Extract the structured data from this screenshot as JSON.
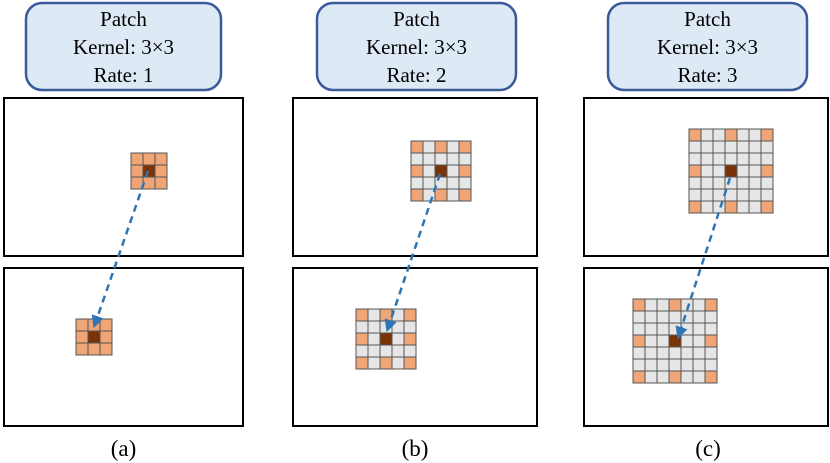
{
  "panels": [
    {
      "id": "a",
      "caption": "(a)",
      "label": {
        "line1": "Patch",
        "line2": "Kernel: 3×3",
        "line3": "Rate: 1"
      },
      "rate": 1
    },
    {
      "id": "b",
      "caption": "(b)",
      "label": {
        "line1": "Patch",
        "line2": "Kernel: 3×3",
        "line3": "Rate: 2"
      },
      "rate": 2
    },
    {
      "id": "c",
      "caption": "(c)",
      "label": {
        "line1": "Patch",
        "line2": "Kernel: 3×3",
        "line3": "Rate: 3"
      },
      "rate": 3
    }
  ],
  "colors": {
    "label_fill": "#dde9f5",
    "label_border": "#3a5a9a",
    "sampled_cell": "#f0a577",
    "center_cell": "#7a3306",
    "unsampled_cell": "#e6e6e6",
    "grid_line": "#555555",
    "arrow": "#2e75b6",
    "frame": "#000000"
  }
}
